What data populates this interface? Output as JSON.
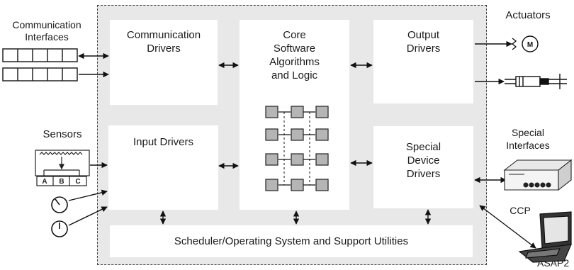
{
  "blocks": {
    "communication_drivers": "Communication\nDrivers",
    "core": "Core\nSoftware\nAlgorithms\nand Logic",
    "output_drivers": "Output\nDrivers",
    "input_drivers": "Input Drivers",
    "special_device_drivers": "Special\nDevice\nDrivers",
    "scheduler": "Scheduler/Operating System and Support Utilities"
  },
  "external": {
    "communication_interfaces": "Communication\nInterfaces",
    "sensors": "Sensors",
    "actuators": "Actuators",
    "special_interfaces": "Special\nInterfaces",
    "ccp": "CCP",
    "asap2": "ASAP2"
  },
  "sensor_box_labels": [
    "A",
    "B",
    "C"
  ],
  "actuator_motor_letter": "M"
}
